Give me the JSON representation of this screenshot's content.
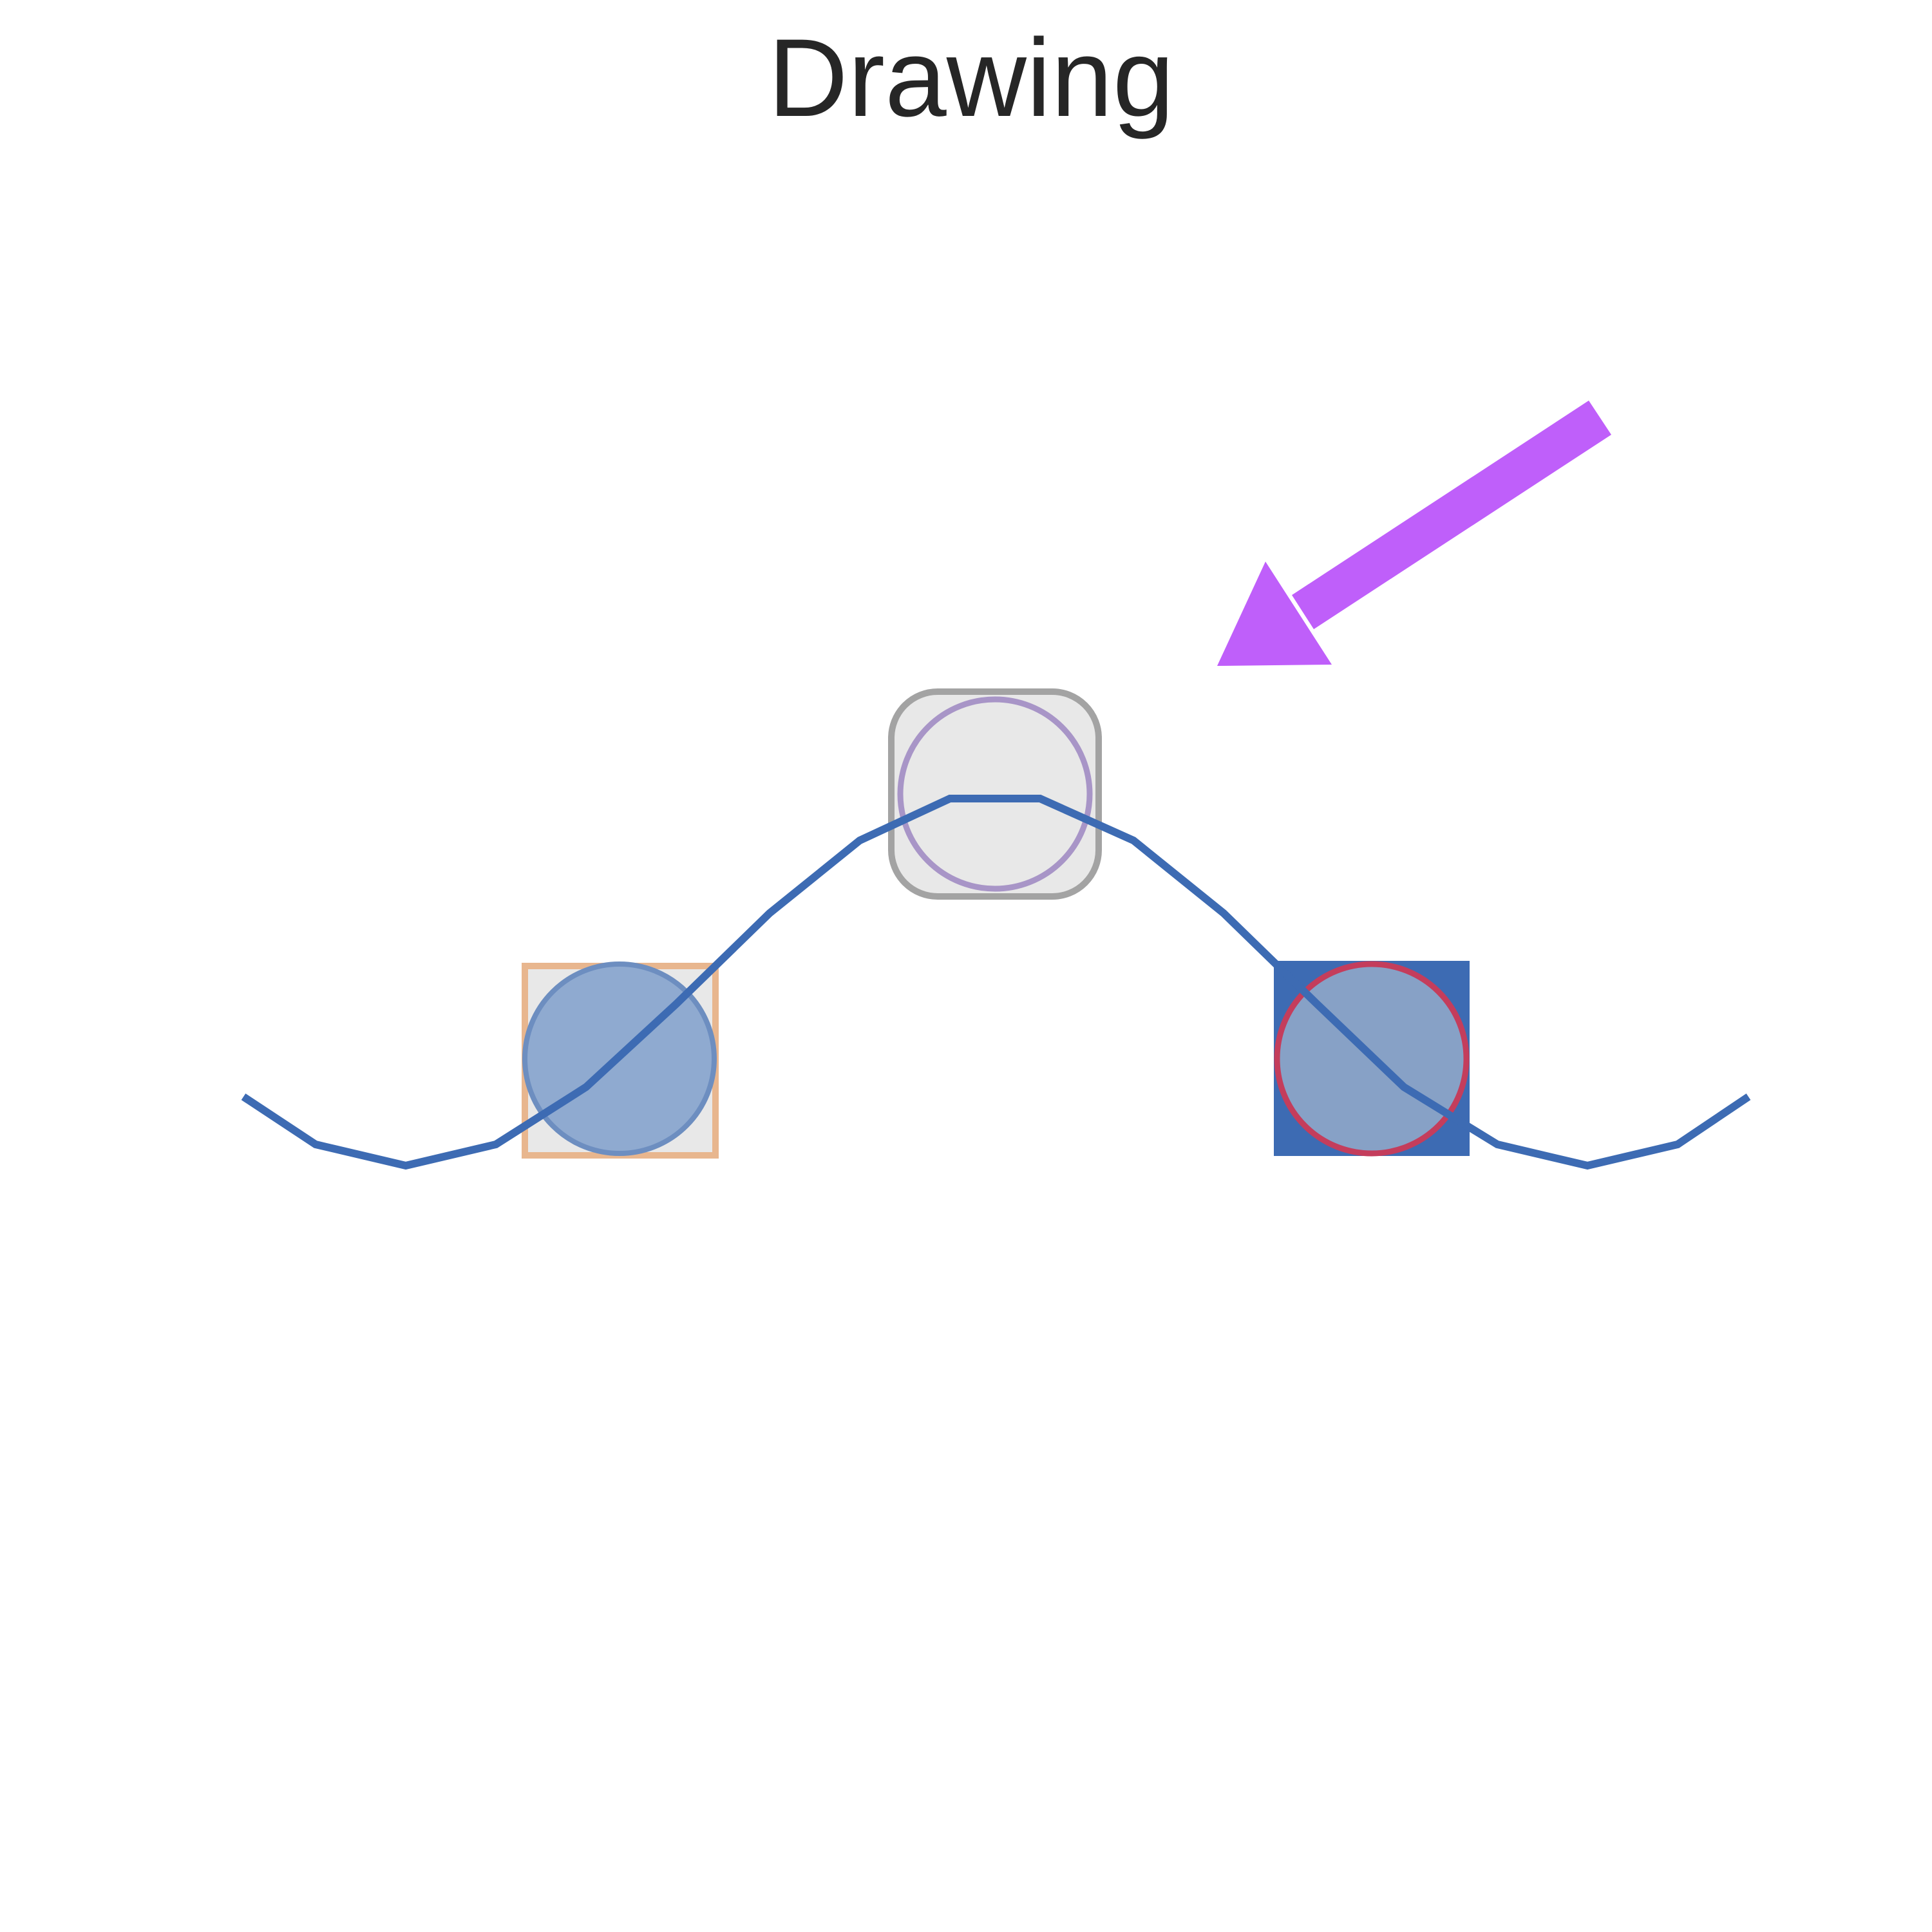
{
  "title": "Drawing",
  "colors": {
    "background": "#ffffff",
    "title": "#262626",
    "curve": "#3d6bb3",
    "arrow": "#bf5ffa",
    "box_fill": "#e8e8e8",
    "left_box_stroke": "#e8b68e",
    "middle_box_stroke": "#a3a3a3",
    "right_box_fill": "#3d6bb3",
    "left_circle_fill": "#8faad0",
    "left_circle_stroke": "#6d8ec0",
    "middle_circle_stroke": "#a895c7",
    "right_circle_fill": "#87a1c6",
    "right_circle_stroke": "#c43d5c"
  },
  "shapes": [
    {
      "name": "left-box",
      "kind": "square"
    },
    {
      "name": "middle-box",
      "kind": "rounded-square"
    },
    {
      "name": "right-box",
      "kind": "square"
    },
    {
      "name": "left-circle",
      "kind": "circle"
    },
    {
      "name": "middle-circle",
      "kind": "circle"
    },
    {
      "name": "right-circle",
      "kind": "circle"
    },
    {
      "name": "arrow",
      "kind": "arrow",
      "direction": "down-left"
    },
    {
      "name": "curve",
      "kind": "polyline"
    }
  ]
}
